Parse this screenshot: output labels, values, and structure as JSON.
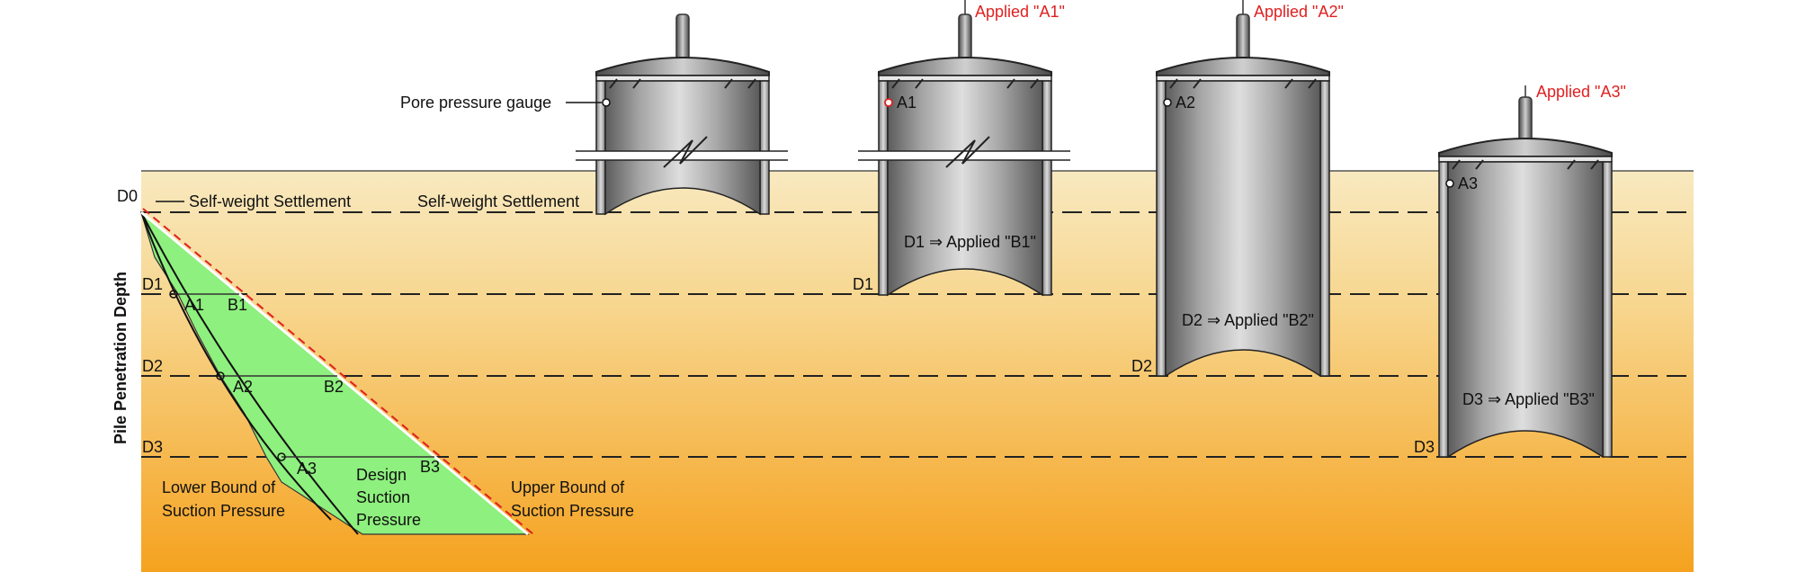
{
  "labels": {
    "pore_pressure_gauge": "Pore pressure gauge",
    "self_weight_settlement_1": "Self-weight Settlement",
    "self_weight_settlement_2": "Self-weight Settlement",
    "axis_title": "Pile Penetration Depth",
    "lower_bound_1": "Lower Bound of",
    "lower_bound_2": "Suction Pressure",
    "design_1": "Design",
    "design_2": "Suction",
    "design_3": "Pressure",
    "upper_bound_1": "Upper Bound of",
    "upper_bound_2": "Suction Pressure"
  },
  "depths": {
    "d0": "D0",
    "d1": "D1",
    "d2": "D2",
    "d3": "D3"
  },
  "points": {
    "a1": "A1",
    "a2": "A2",
    "a3": "A3",
    "b1": "B1",
    "b2": "B2",
    "b3": "B3"
  },
  "piles": {
    "pile2": {
      "gauge": "A1",
      "applied": "Applied \"A1\"",
      "note": "D1 ⇒ Applied \"B1\"",
      "depth": "D1"
    },
    "pile3": {
      "gauge": "A2",
      "applied": "Applied \"A2\"",
      "note": "D2 ⇒ Applied \"B2\"",
      "depth": "D2"
    },
    "pile4": {
      "gauge": "A3",
      "applied": "Applied \"A3\"",
      "note": "D3 ⇒ Applied \"B3\"",
      "depth": "D3"
    }
  },
  "colors": {
    "soil_top": "#f8e7b8",
    "soil_bottom": "#f5a21f",
    "design_fill": "#8ef07e",
    "upper_bound_line": "#e02020",
    "label_red": "#e02020"
  }
}
